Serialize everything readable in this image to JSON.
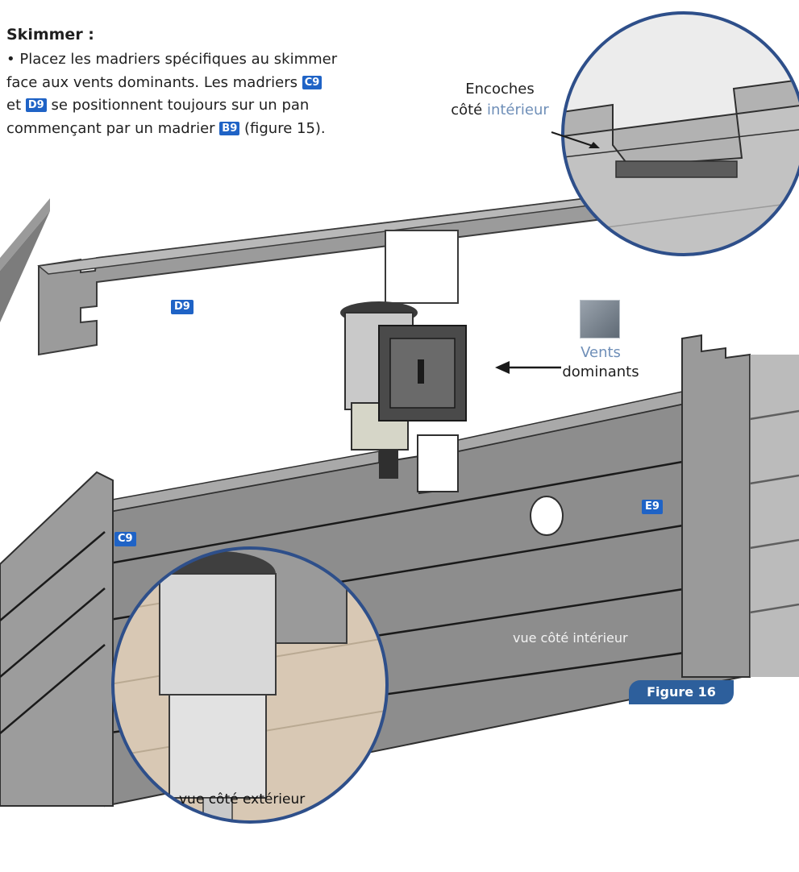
{
  "instructions": {
    "heading": "Skimmer :",
    "line1": "• Placez les madriers spécifiques au skimmer",
    "line2a": "face aux vents dominants. Les madriers",
    "tag_c9": "C9",
    "line3a": "et",
    "tag_d9": "D9",
    "line3b": "se positionnent toujours sur un pan",
    "line4a": "commençant par un madrier",
    "tag_b9": "B9",
    "line4b": "(figure 15)."
  },
  "callouts": {
    "encoches_line1": "Encoches",
    "encoches_line2a": "côté",
    "encoches_line2b": "intérieur",
    "vents_line1": "Vents",
    "vents_line2": "dominants",
    "label_interior": "vue côté intérieur",
    "label_exterior": "vue côté extérieur"
  },
  "part_tags": {
    "d9": "D9",
    "c9": "C9",
    "e9": "E9"
  },
  "figure_label": "Figure 16",
  "colors": {
    "tag_blue": "#1f63c6",
    "figure_badge": "#2d5f9c",
    "circle_border": "#2e4f8a",
    "wood_panel": "#8f8f8f",
    "accent_text": "#6f8fb8"
  },
  "icons": {
    "wind": "wind-icon",
    "arrow": "arrow-left-icon"
  }
}
